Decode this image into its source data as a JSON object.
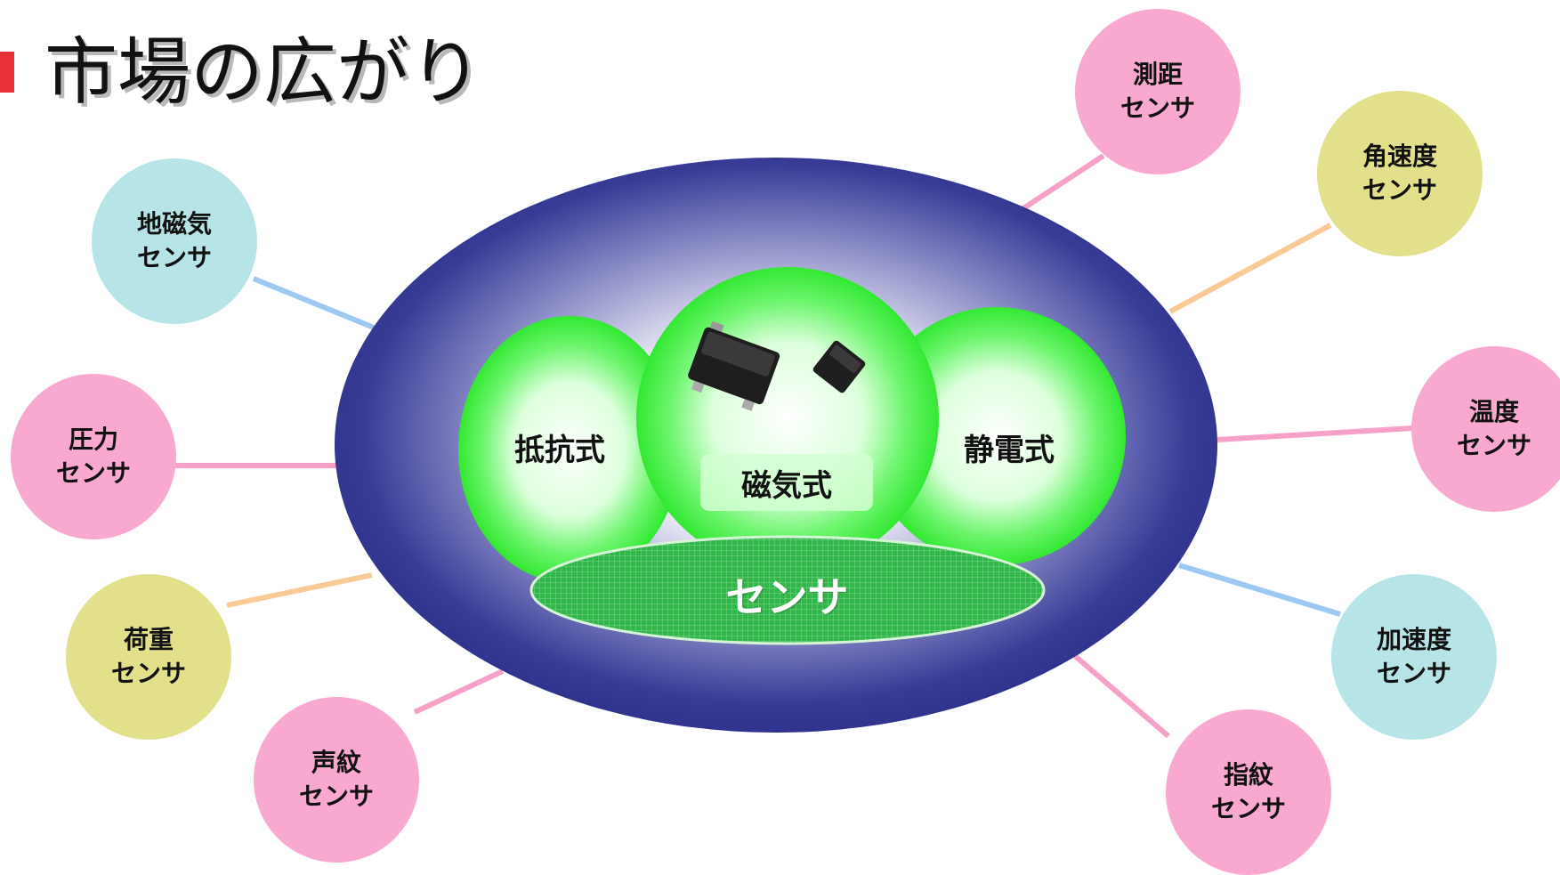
{
  "title": "市場の広がり",
  "center": {
    "label": "センサ",
    "types": [
      "抵抗式",
      "磁気式",
      "静電式"
    ]
  },
  "applications": [
    {
      "line1": "地磁気",
      "line2": "センサ",
      "color": "#b7e4e6",
      "link": "#9cc8f2"
    },
    {
      "line1": "圧力",
      "line2": "センサ",
      "color": "#f9a9cf",
      "link": "#f7a0c8"
    },
    {
      "line1": "荷重",
      "line2": "センサ",
      "color": "#e3e08c",
      "link": "#f9c996"
    },
    {
      "line1": "声紋",
      "line2": "センサ",
      "color": "#f9a9cf",
      "link": "#f7a0c8"
    },
    {
      "line1": "測距",
      "line2": "センサ",
      "color": "#f9a9cf",
      "link": "#f7a0c8"
    },
    {
      "line1": "角速度",
      "line2": "センサ",
      "color": "#e3e08c",
      "link": "#f9c996"
    },
    {
      "line1": "温度",
      "line2": "センサ",
      "color": "#f9a9cf",
      "link": "#f7a0c8"
    },
    {
      "line1": "加速度",
      "line2": "センサ",
      "color": "#b7e4e6",
      "link": "#9cc8f2"
    },
    {
      "line1": "指紋",
      "line2": "センサ",
      "color": "#f9a9cf",
      "link": "#f7a0c8"
    }
  ]
}
